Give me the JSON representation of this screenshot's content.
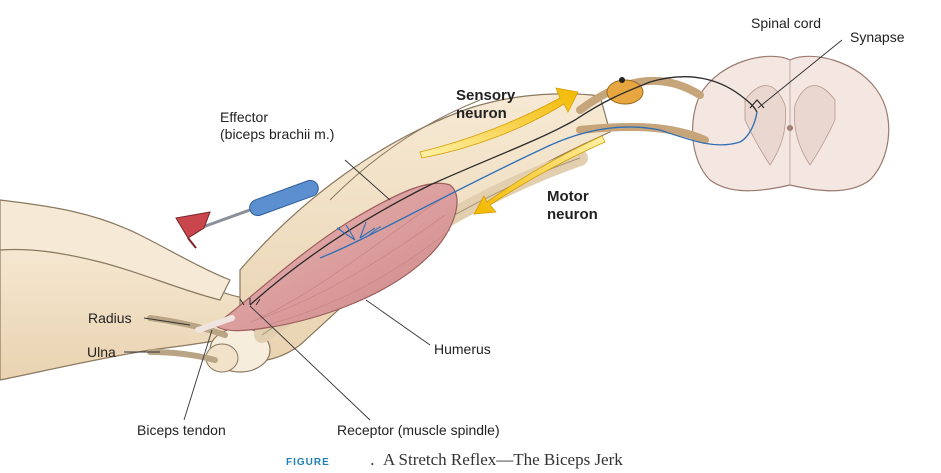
{
  "labels": {
    "spinal_cord": "Spinal cord",
    "synapse": "Synapse",
    "sensory_neuron": "Sensory neuron",
    "motor_neuron": "Motor neuron",
    "effector_line1": "Effector",
    "effector_line2": "(biceps brachii m.)",
    "radius": "Radius",
    "ulna": "Ulna",
    "humerus": "Humerus",
    "biceps_tendon": "Biceps tendon",
    "receptor": "Receptor (muscle spindle)"
  },
  "caption": {
    "figure_word": "FIGURE",
    "separator": ".",
    "title": "A Stretch Reflex—The Biceps Jerk"
  },
  "colors": {
    "skin": "#f3e3c8",
    "skin_outline": "#7a6a55",
    "muscle": "#d99a9a",
    "spinal_cord": "#f4e6e0",
    "sensory_neuron": "#2b2b2b",
    "motor_neuron": "#2f6fb5",
    "arrow": "#f5c400",
    "ganglion": "#e7a640",
    "caption_accent": "#1f7fb6"
  }
}
